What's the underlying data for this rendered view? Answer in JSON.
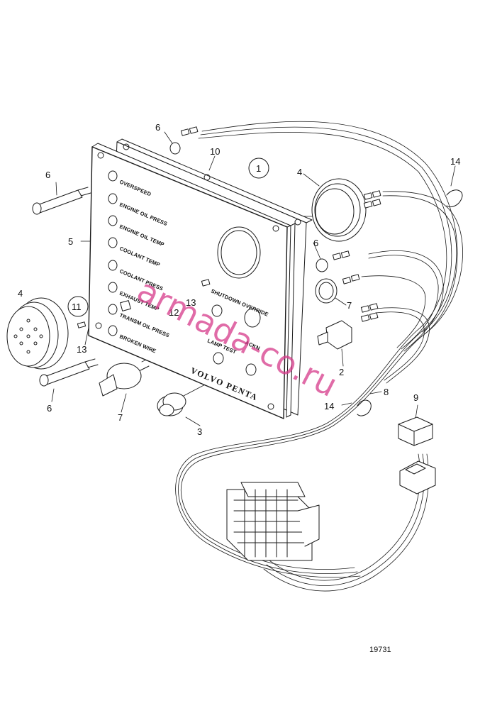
{
  "panel": {
    "lamp_labels": [
      "OVERSPEED",
      "ENGINE OIL PRESS",
      "ENGINE OIL TEMP",
      "COOLANT TEMP",
      "COOLANT PRESS",
      "EXHAUST TEMP",
      "TRANSM OIL PRESS",
      "BROKEN WIRE"
    ],
    "shutdown_override": "SHUTDOWN OVERRIDE",
    "ackn": "ACKN",
    "lamp_test": "LAMP TEST",
    "logo": "VOLVO PENTA"
  },
  "callouts": {
    "c1": "1",
    "c2": "2",
    "c3": "3",
    "c4a": "4",
    "c4b": "4",
    "c5": "5",
    "c6a": "6",
    "c6b": "6",
    "c6c": "6",
    "c6d": "6",
    "c7a": "7",
    "c7b": "7",
    "c8": "8",
    "c9": "9",
    "c10": "10",
    "c11": "11",
    "c12": "12",
    "c13a": "13",
    "c13b": "13",
    "c14a": "14",
    "c14b": "14"
  },
  "figure_ref": "19731",
  "watermark": "armada-co.ru",
  "colors": {
    "line": "#1a1a1a",
    "watermark": "#d63a8a"
  }
}
